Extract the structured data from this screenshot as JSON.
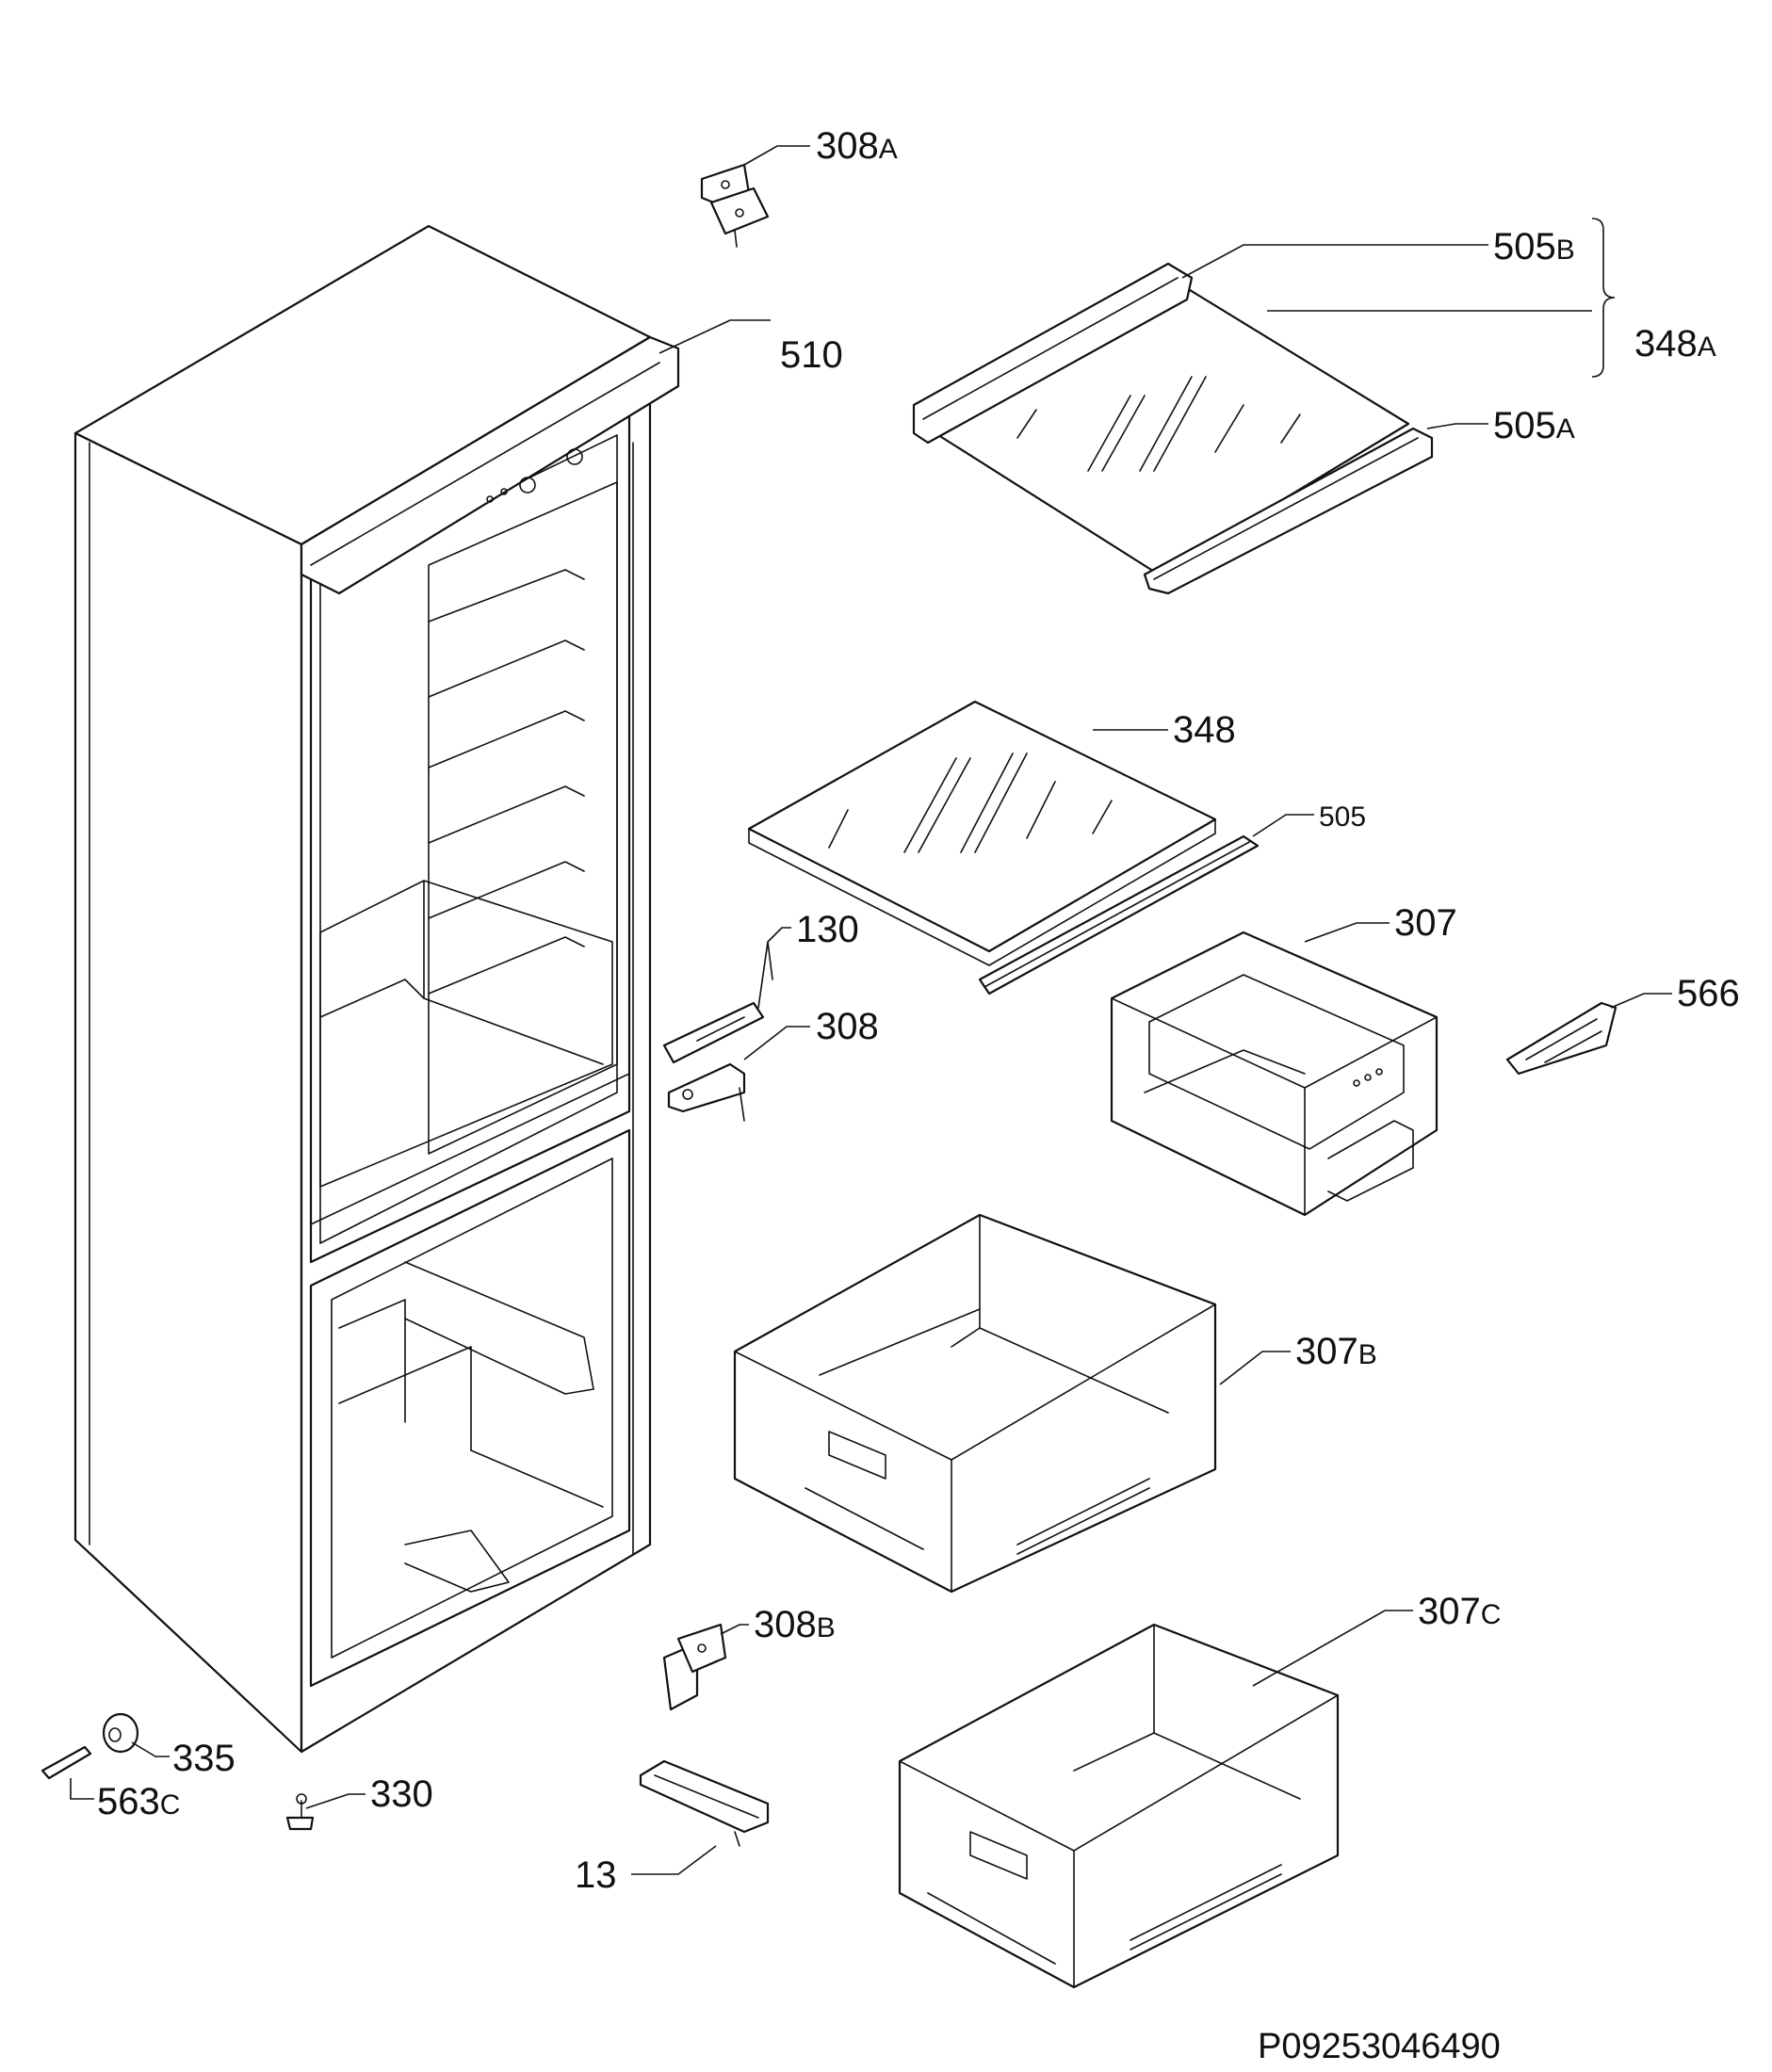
{
  "parts": {
    "p308": {
      "num": "308",
      "suffix": "A"
    },
    "p510": {
      "num": "510",
      "suffix": ""
    },
    "p505b": {
      "num": "505",
      "suffix": "B"
    },
    "p348a": {
      "num": "348",
      "suffix": "A"
    },
    "p505a": {
      "num": "505",
      "suffix": "A"
    },
    "p348": {
      "num": "348",
      "suffix": ""
    },
    "p505": {
      "num": "505",
      "suffix": ""
    },
    "p307": {
      "num": "307",
      "suffix": ""
    },
    "p130": {
      "num": "130",
      "suffix": ""
    },
    "p308plain": {
      "num": "308",
      "suffix": ""
    },
    "p566": {
      "num": "566",
      "suffix": ""
    },
    "p307b": {
      "num": "307",
      "suffix": "B"
    },
    "p307c": {
      "num": "307",
      "suffix": "C"
    },
    "p308b": {
      "num": "308",
      "suffix": "B"
    },
    "p335": {
      "num": "335",
      "suffix": ""
    },
    "p563c": {
      "num": "563",
      "suffix": "C"
    },
    "p330": {
      "num": "330",
      "suffix": ""
    },
    "p13": {
      "num": "13",
      "suffix": ""
    }
  },
  "reference_code": "P09253046490"
}
